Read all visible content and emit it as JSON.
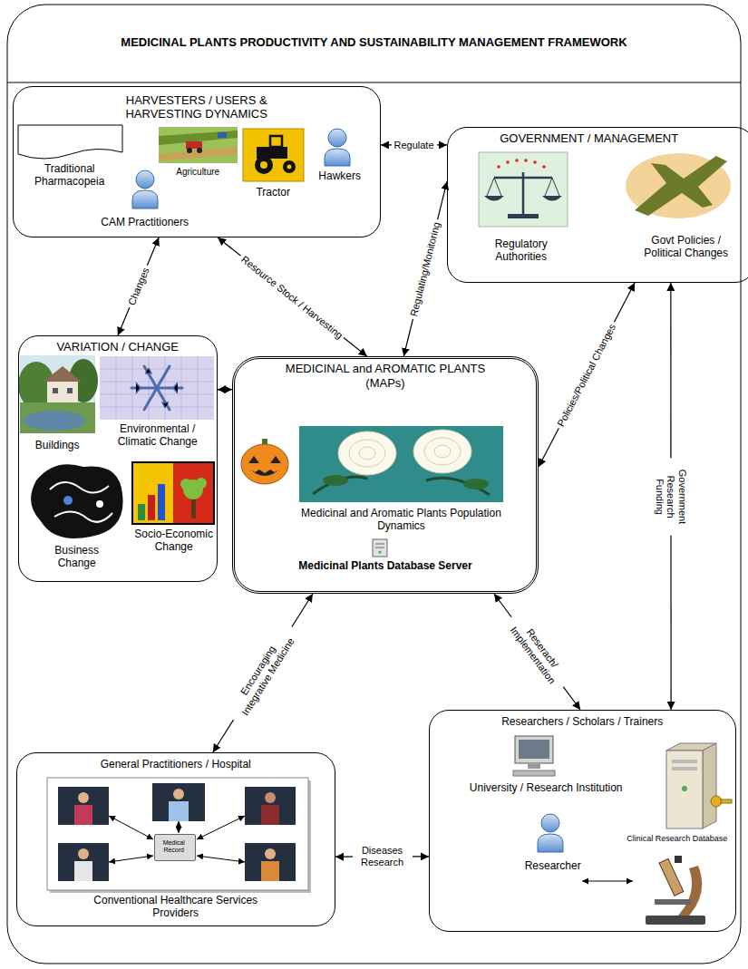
{
  "diagram": {
    "title": "MEDICINAL PLANTS PRODUCTIVITY AND SUSTAINABILITY MANAGEMENT FRAMEWORK",
    "nodes": [
      {
        "text": [
          "HARVESTERS / USERS & HARVESTING DYNAMICS",
          "Traditional Pharmacopeia",
          "Agriculture",
          "Tractor",
          "Hawkers",
          "CAM Practitioners"
        ]
      },
      {
        "text": [
          "GOVERNMENT / MANAGEMENT",
          "Regulatory Authorities",
          "Govt Policies / Political Changes"
        ]
      },
      {
        "text": [
          "VARIATION / CHANGE",
          "Buildings",
          "Environmental / Climatic Change",
          "Business Change",
          "Socio-Economic Change"
        ]
      },
      {
        "text": [
          "MEDICINAL and AROMATIC PLANTS (MAPs)",
          "Medicinal and Aromatic Plants Population Dynamics",
          "Medicinal Plants Database Server"
        ]
      },
      {
        "text": [
          "General Practitioners / Hospital",
          "Conventional Healthcare Services Providers"
        ]
      },
      {
        "text": [
          "Medical Record"
        ],
        "in": 4
      },
      {
        "text": [
          "Researchers / Scholars / Trainers",
          "University / Research Institution",
          "Clinical Research Database",
          "Researcher"
        ]
      }
    ],
    "edges": [
      {
        "from": 0,
        "to": 1,
        "label": "Regulate",
        "arrow": "both"
      },
      {
        "from": 0,
        "to": 3,
        "label": "Resource Stock / Harvesting",
        "arrow": "both"
      },
      {
        "from": 0,
        "to": 2,
        "label": "Changes",
        "arrow": "both"
      },
      {
        "from": 1,
        "to": 3,
        "label": "Regulating/Monitoring",
        "arrow": "both"
      },
      {
        "from": 2,
        "to": 3,
        "arrow": "both"
      },
      {
        "from": 1,
        "to": 3,
        "label": "Policies/Political Changes",
        "arrow": "both"
      },
      {
        "from": 1,
        "to": 6,
        "label": "Government Research Funding",
        "arrow": "both"
      },
      {
        "from": 3,
        "to": 4,
        "label": "Encouraging Integrative Medicine",
        "arrow": "both"
      },
      {
        "from": 3,
        "to": 6,
        "label": "Reserach/ Implementation",
        "arrow": "both"
      },
      {
        "from": 4,
        "to": 6,
        "label": "Diseases Research",
        "arrow": "both"
      }
    ]
  }
}
